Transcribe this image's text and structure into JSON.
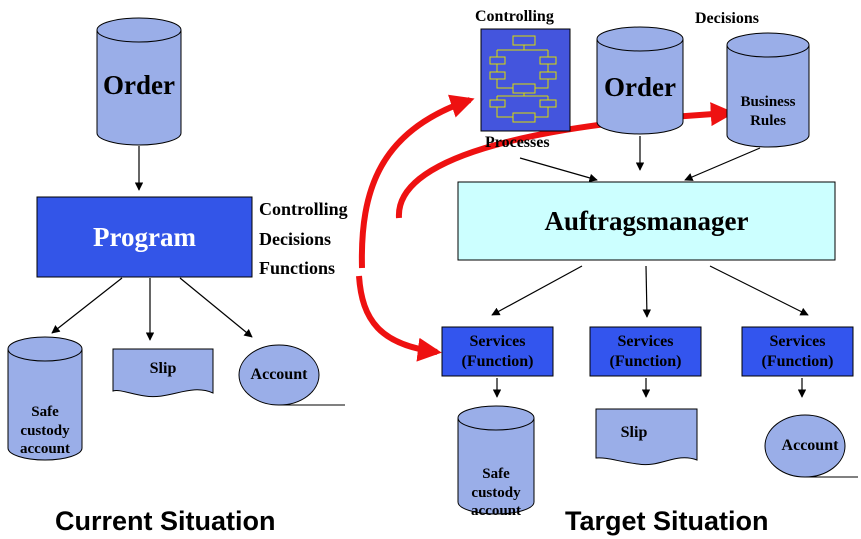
{
  "left": {
    "order": "Order",
    "program": "Program",
    "slip": "Slip",
    "account": "Account",
    "safe_custody": [
      "Safe",
      "custody",
      "account"
    ],
    "caption": "Current Situation"
  },
  "middle": {
    "controlling": "Controlling",
    "decisions": "Decisions",
    "functions": "Functions"
  },
  "right": {
    "controlling_label": "Controlling",
    "processes_label": "Processes",
    "decisions_label": "Decisions",
    "order": "Order",
    "business_rules": [
      "Business",
      "Rules"
    ],
    "manager": "Auftragsmanager",
    "services": [
      {
        "line1": "Services",
        "line2": "(Function)"
      },
      {
        "line1": "Services",
        "line2": "(Function)"
      },
      {
        "line1": "Services",
        "line2": "(Function)"
      }
    ],
    "safe_custody": [
      "Safe",
      "custody",
      "account"
    ],
    "slip": "Slip",
    "account": "Account",
    "caption": "Target Situation"
  },
  "colors": {
    "cylinder": "#9aaee8",
    "program_box": "#3355e8",
    "service_box": "#3355ee",
    "manager_box": "#ccffff",
    "flowchart": "#4455dd",
    "red_arrow": "#ee1111"
  }
}
